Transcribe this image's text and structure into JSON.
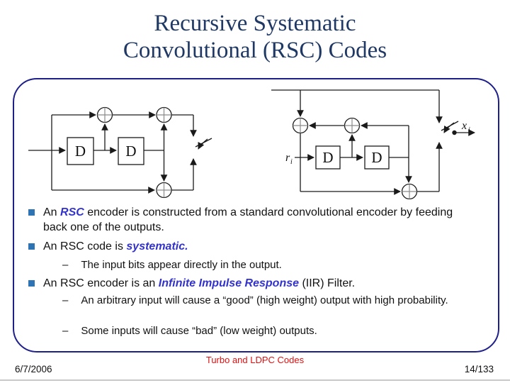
{
  "colors": {
    "title": "#1F3864",
    "box_border": "#1F1F8A",
    "bullet": "#2E74B5",
    "emphasis": "#3333CC",
    "footer_red": "#E01010",
    "line_gray": "#C9C9C9"
  },
  "title": {
    "line1": "Recursive Systematic",
    "line2": "Convolutional (RSC) Codes"
  },
  "diagrams": {
    "left": {
      "d1": "D",
      "d2": "D"
    },
    "right": {
      "d1": "D",
      "d2": "D",
      "input_base": "r",
      "input_sub": "i",
      "output_base": "x",
      "output_sub": "i"
    }
  },
  "bullets": {
    "sub_marker": "–",
    "items": [
      {
        "pre": "An ",
        "em": "RSC",
        "post": " encoder is constructed from a standard convolutional encoder by feeding back one of the outputs."
      },
      {
        "pre": "An RSC code is ",
        "em": "systematic.",
        "post": ""
      },
      {
        "text": "The input bits appear directly in the output."
      },
      {
        "pre": "An RSC encoder is an ",
        "em": "Infinite Impulse Response",
        "post": " (IIR) Filter."
      },
      {
        "text": "An arbitrary input will cause a “good” (high weight) output with high probability."
      },
      {
        "text": "Some inputs will cause “bad” (low weight) outputs."
      }
    ]
  },
  "footer": {
    "center": "Turbo and LDPC Codes",
    "date": "6/7/2006",
    "page": "14/133"
  }
}
